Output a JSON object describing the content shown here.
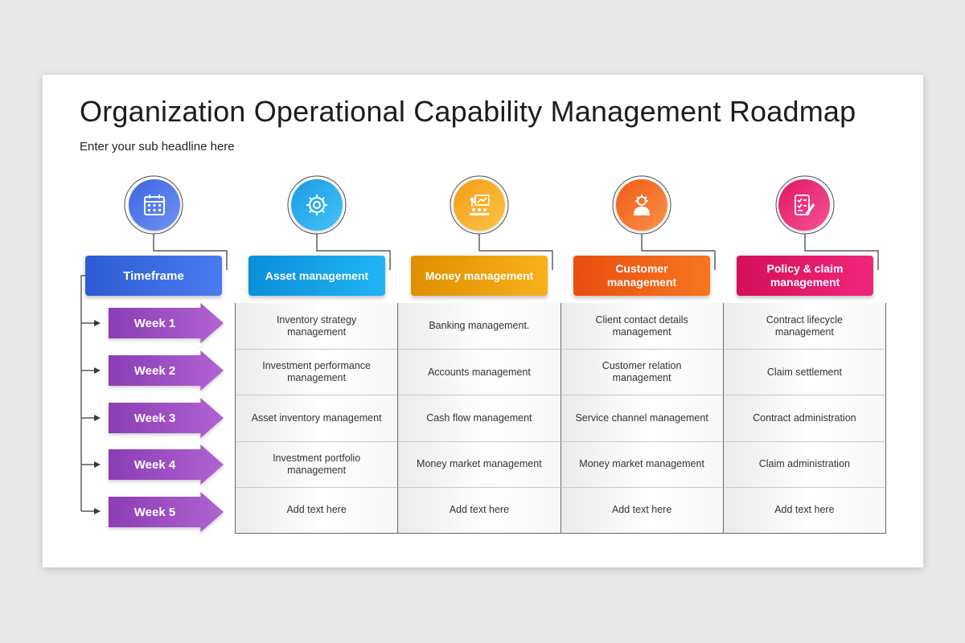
{
  "slide": {
    "title": "Organization Operational Capability Management Roadmap",
    "subtitle": "Enter your sub headline here"
  },
  "columns": [
    {
      "label": "Timeframe",
      "icon": "calendar-icon",
      "color_from": "#2d5bd3",
      "color_to": "#4a7cf0",
      "circle_from": "#3d66de",
      "circle_to": "#6e93f4"
    },
    {
      "label": "Asset management",
      "icon": "gear-icon",
      "color_from": "#0b8fd9",
      "color_to": "#20b4f5",
      "circle_from": "#1a9ae6",
      "circle_to": "#45c3f7"
    },
    {
      "label": "Money management",
      "icon": "presentation-icon",
      "color_from": "#e08f00",
      "color_to": "#f7b01a",
      "circle_from": "#f39c12",
      "circle_to": "#fbc44a"
    },
    {
      "label": "Customer management",
      "icon": "user-gear-icon",
      "color_from": "#ea4e0f",
      "color_to": "#f7761f",
      "circle_from": "#f15a17",
      "circle_to": "#f99348"
    },
    {
      "label": "Policy & claim management",
      "icon": "checklist-pen-icon",
      "color_from": "#d40f5a",
      "color_to": "#f0267b",
      "circle_from": "#e0175f",
      "circle_to": "#f6539a"
    }
  ],
  "weeks": [
    "Week 1",
    "Week 2",
    "Week 3",
    "Week 4",
    "Week 5"
  ],
  "table": [
    [
      "Inventory strategy management",
      "Banking management.",
      "Client contact details management",
      "Contract lifecycle management"
    ],
    [
      "Investment performance management",
      "Accounts management",
      "Customer relation management",
      "Claim settlement"
    ],
    [
      "Asset inventory management",
      "Cash flow management",
      "Service channel management",
      "Contract administration"
    ],
    [
      "Investment portfolio management",
      "Money market management",
      "Money market management",
      "Claim administration"
    ],
    [
      "Add text here",
      "Add text here",
      "Add text here",
      "Add text here"
    ]
  ]
}
